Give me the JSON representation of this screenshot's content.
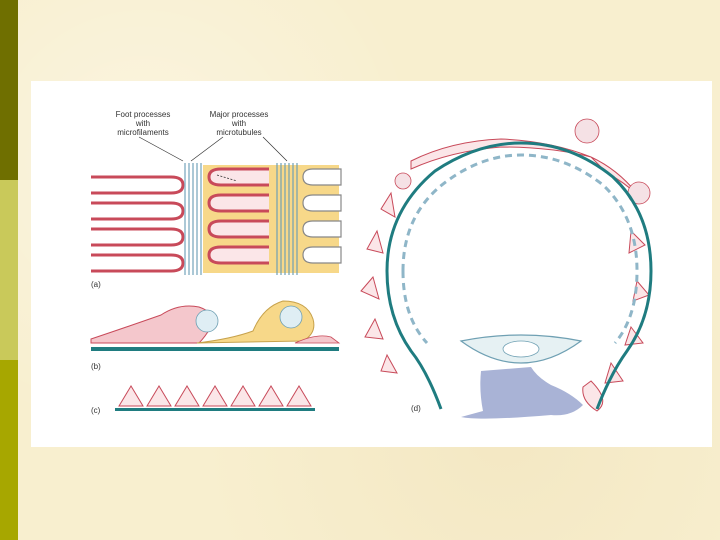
{
  "colors": {
    "background": "#f8efcf",
    "sidebar": [
      "#6f6f00",
      "#c9c95a",
      "#a7a700"
    ],
    "foot_process_red": "#c84a5a",
    "foot_process_fill": "#f4c7cc",
    "major_process_yellow": "#f7d889",
    "microtubule_blue": "#8fb6c8",
    "basement_membrane": "#1f7c80",
    "capillary_lumen": "#a9b3d6"
  },
  "panel_a": {
    "label_foot": [
      "Foot processes",
      "with",
      "microfilaments"
    ],
    "label_major": [
      "Major processes",
      "with",
      "microtubules"
    ],
    "tag": "(a)"
  },
  "panel_b": {
    "tag": "(b)"
  },
  "panel_c": {
    "tag": "(c)"
  },
  "panel_d": {
    "tag": "(d)"
  }
}
